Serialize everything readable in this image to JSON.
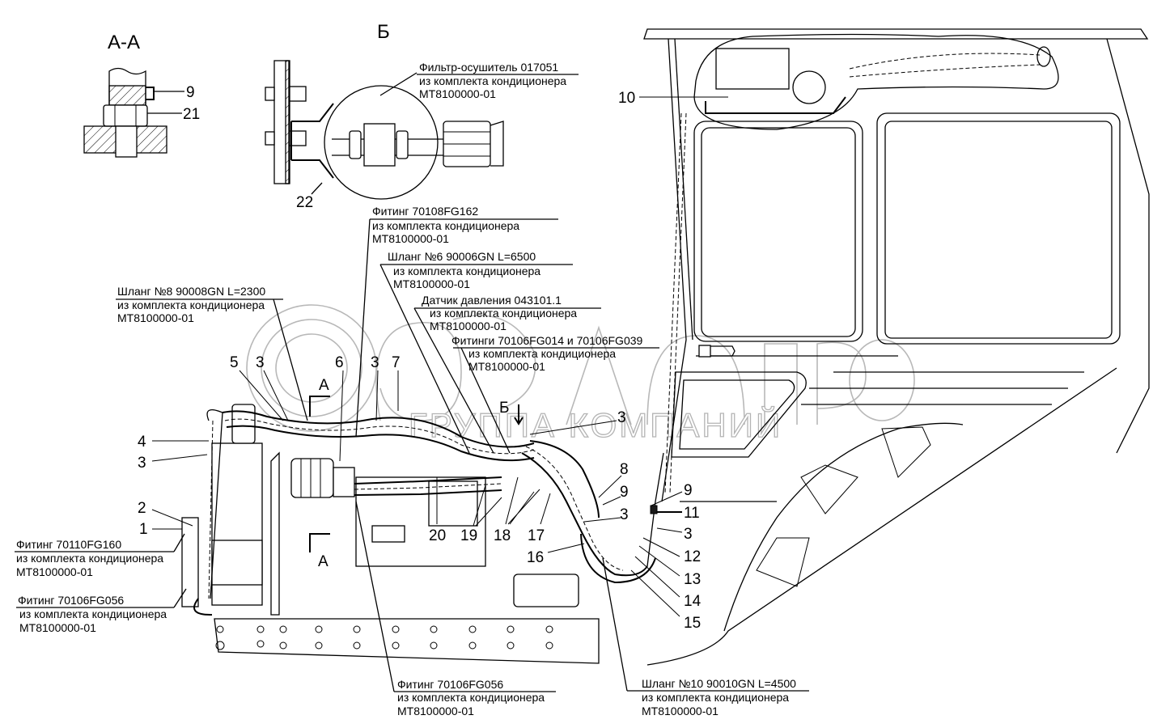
{
  "drawing": {
    "section_titles": {
      "section_aa": "А-А",
      "view_b": "Б"
    },
    "section_markers": {
      "a_top": "А",
      "a_bottom": "А",
      "b": "Б"
    },
    "watermark": {
      "brand": "белагро",
      "subtitle": "ГРУППА КОМПАНИЙ",
      "color": "#b8b8b8"
    },
    "callouts": [
      {
        "id": "filter-drier",
        "lines": [
          "Фильтр-осушитель  017051",
          "из комплекта кондиционера",
          "МТ8100000-01"
        ]
      },
      {
        "id": "fitting-70108FG162",
        "lines": [
          "Фитинг 70108FG162",
          "из комплекта кондиционера",
          "МТ8100000-01"
        ]
      },
      {
        "id": "hose-6",
        "lines": [
          "Шланг №6 90006GN L=6500",
          "из комплекта кондиционера",
          "МТ8100000-01"
        ]
      },
      {
        "id": "hose-8",
        "lines": [
          "Шланг №8 90008GN L=2300",
          "из комплекта кондиционера",
          "МТ8100000-01"
        ]
      },
      {
        "id": "pressure-sensor",
        "lines": [
          "Датчик давления 043101.1",
          "из комплекта кондиционера",
          "МТ8100000-01"
        ]
      },
      {
        "id": "fittings-70106FG014-039",
        "lines": [
          "Фитинги 70106FG014 и 70106FG039",
          "из комплекта кондиционера",
          "МТ8100000-01"
        ]
      },
      {
        "id": "fitting-70110FG160",
        "lines": [
          "Фитинг  70110FG160",
          "из комплекта кондиционера",
          "МТ8100000-01"
        ]
      },
      {
        "id": "fitting-70106FG056-left",
        "lines": [
          "Фитинг 70106FG056",
          "из комплекта кондиционера",
          "МТ8100000-01"
        ]
      },
      {
        "id": "fitting-70106FG056-bottom",
        "lines": [
          "Фитинг 70106FG056",
          "из комплекта кондиционера",
          "МТ8100000-01"
        ]
      },
      {
        "id": "hose-10",
        "lines": [
          "Шланг №10 90010GN L=4500",
          "из комплекта кондиционера",
          "МТ8100000-01"
        ]
      }
    ],
    "position_numbers": {
      "aa_9": "9",
      "aa_21": "21",
      "b_22": "22",
      "cab_10": "10",
      "n5": "5",
      "n3a": "3",
      "n6": "6",
      "n3b": "3",
      "n7": "7",
      "n4": "4",
      "n3c": "3",
      "n2": "2",
      "n1": "1",
      "n3d": "3",
      "n8": "8",
      "n9a": "9",
      "n3e": "3",
      "n9b": "9",
      "n11": "11",
      "n3f": "3",
      "n12": "12",
      "n13": "13",
      "n14": "14",
      "n15": "15",
      "n16": "16",
      "n17": "17",
      "n18": "18",
      "n19": "19",
      "n20": "20"
    }
  }
}
